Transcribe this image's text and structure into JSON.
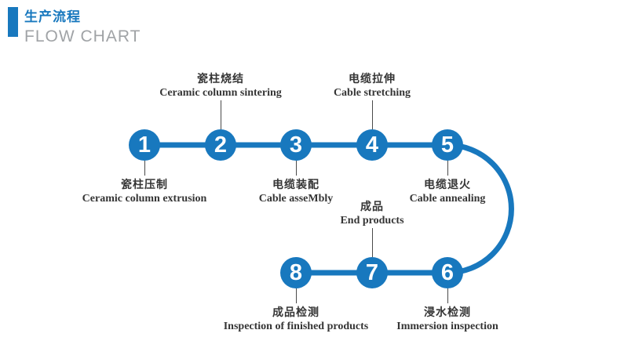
{
  "header": {
    "title_zh": "生产流程",
    "title_en": "FLOW CHART"
  },
  "colors": {
    "accent": "#1878be",
    "label_text": "#353535",
    "subtitle_gray": "#a0a3a6"
  },
  "chart_data": {
    "type": "flowchart",
    "title": "生产流程 / FLOW CHART",
    "flow_order": [
      "1",
      "2",
      "3",
      "4",
      "5",
      "6",
      "7",
      "8"
    ],
    "layout": "top row left-to-right 1-5, curve down on right, bottom row right-to-left 6-8",
    "steps": [
      {
        "number": "1",
        "label_zh": "瓷柱压制",
        "label_en": "Ceramic column extrusion",
        "label_position": "below"
      },
      {
        "number": "2",
        "label_zh": "瓷柱烧结",
        "label_en": "Ceramic column sintering",
        "label_position": "above"
      },
      {
        "number": "3",
        "label_zh": "电缆装配",
        "label_en": "Cable asseMbly",
        "label_position": "below"
      },
      {
        "number": "4",
        "label_zh": "电缆拉伸",
        "label_en": "Cable stretching",
        "label_position": "above"
      },
      {
        "number": "5",
        "label_zh": "电缆退火",
        "label_en": "Cable annealing",
        "label_position": "below"
      },
      {
        "number": "6",
        "label_zh": "浸水检测",
        "label_en": "Immersion inspection",
        "label_position": "below"
      },
      {
        "number": "7",
        "label_zh": "成品",
        "label_en": "End products",
        "label_position": "above"
      },
      {
        "number": "8",
        "label_zh": "成品检测",
        "label_en": "Inspection of finished products",
        "label_position": "below"
      }
    ]
  }
}
